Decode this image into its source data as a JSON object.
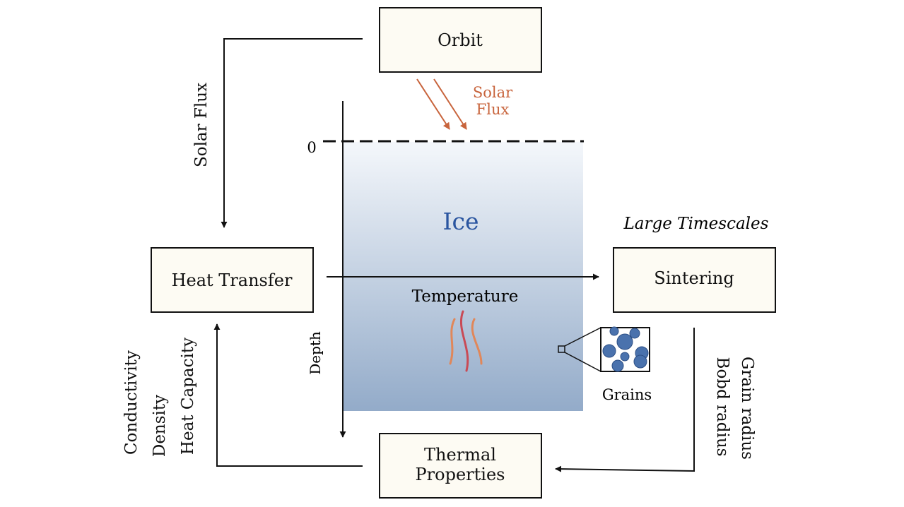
{
  "diagram": {
    "boxes": {
      "orbit": "Orbit",
      "heat_transfer": "Heat Transfer",
      "sintering": "Sintering",
      "thermal_properties_line1": "Thermal",
      "thermal_properties_line2": "Properties"
    },
    "labels": {
      "solar_flux_side": "Solar Flux",
      "solar_flux_line1": "Solar",
      "solar_flux_line2": "Flux",
      "surface_zero": "0",
      "ice": "Ice",
      "temperature": "Temperature",
      "depth": "Depth",
      "grains": "Grains",
      "large_timescales": "Large Timescales",
      "conductivity": "Conductivity",
      "density": "Density",
      "heat_capacity": "Heat Capacity",
      "grain_radius": "Grain radius",
      "bond_radius": "Bobd radius"
    },
    "colors": {
      "solar": "#c8643c",
      "ice_text": "#2a55a0",
      "ice_top": "#f4f7fb",
      "ice_bottom": "#93abc9",
      "grain": "#4a72ad",
      "box_fill": "#fdfbf3"
    }
  }
}
